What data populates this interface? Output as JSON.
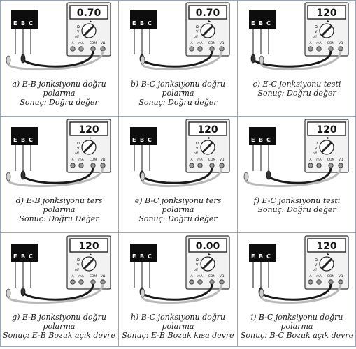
{
  "colors": {
    "grid_line": "#9aa6b6",
    "transistor_body": "#0d0d0d",
    "meter_face": "#f2f2f2",
    "lead_dark": "#1a1a1a",
    "lead_light": "#b8b8b8",
    "lcd_bg": "#ffffff"
  },
  "transistor_pins": [
    "E",
    "B",
    "C"
  ],
  "meter_labels": {
    "a": "A",
    "ma": "mA",
    "com": "COM",
    "vohm": "VΩ"
  },
  "meter_dial": {
    "v_label": "V",
    "ohm_label": "Ω",
    "off_label": "off",
    "diode_symbol": "diode-icon"
  },
  "panels": [
    {
      "display": "0.70",
      "caption": [
        "a) E-B jonksiyonu doğru",
        "polarma",
        "Sonuç: Doğru değer"
      ],
      "red_lead_pin": 0,
      "black_lead_pin": 1,
      "red_on_vohm": false
    },
    {
      "display": "0.70",
      "caption": [
        "b) B-C jonksiyonu doğru",
        "polarma",
        "Sonuç: Doğru değer"
      ],
      "red_lead_pin": 2,
      "black_lead_pin": 1,
      "red_on_vohm": false
    },
    {
      "display": "120",
      "caption": [
        "c) E-C jonksiyonu testi",
        "Sonuç: Doğru değer"
      ],
      "red_lead_pin": 2,
      "black_lead_pin": 0,
      "red_on_vohm": true
    },
    {
      "display": "120",
      "caption": [
        "d) E-B jonksiyonu ters",
        "polarma",
        "Sonuç: Doğru Değer"
      ],
      "red_lead_pin": 0,
      "black_lead_pin": 1,
      "red_on_vohm": true
    },
    {
      "display": "120",
      "caption": [
        "e) B-C jonksiyonu ters",
        "polarma",
        "Sonuç: Doğru değer"
      ],
      "red_lead_pin": 2,
      "black_lead_pin": 1,
      "red_on_vohm": false
    },
    {
      "display": "120",
      "caption": [
        "f) E-C jonksiyonu testi",
        "Sonuç: Doğru değer"
      ],
      "red_lead_pin": 0,
      "black_lead_pin": 2,
      "red_on_vohm": true
    },
    {
      "display": "120",
      "caption": [
        "g) E-B jonksiyonu doğru",
        "polarma",
        "Sonuç: E-B Bozuk açık devre"
      ],
      "red_lead_pin": 0,
      "black_lead_pin": 1,
      "red_on_vohm": true
    },
    {
      "display": "0.00",
      "caption": [
        "h) B-C jonksiyonu doğru",
        "polarma",
        "Sonuç: E-B Bozuk kısa devre"
      ],
      "red_lead_pin": 2,
      "black_lead_pin": 1,
      "red_on_vohm": false
    },
    {
      "display": "120",
      "caption": [
        "i) B-C jonksiyonu doğru",
        "polarma",
        "Sonuç: B-C Bozuk açık devre"
      ],
      "red_lead_pin": 2,
      "black_lead_pin": 1,
      "red_on_vohm": true
    }
  ]
}
